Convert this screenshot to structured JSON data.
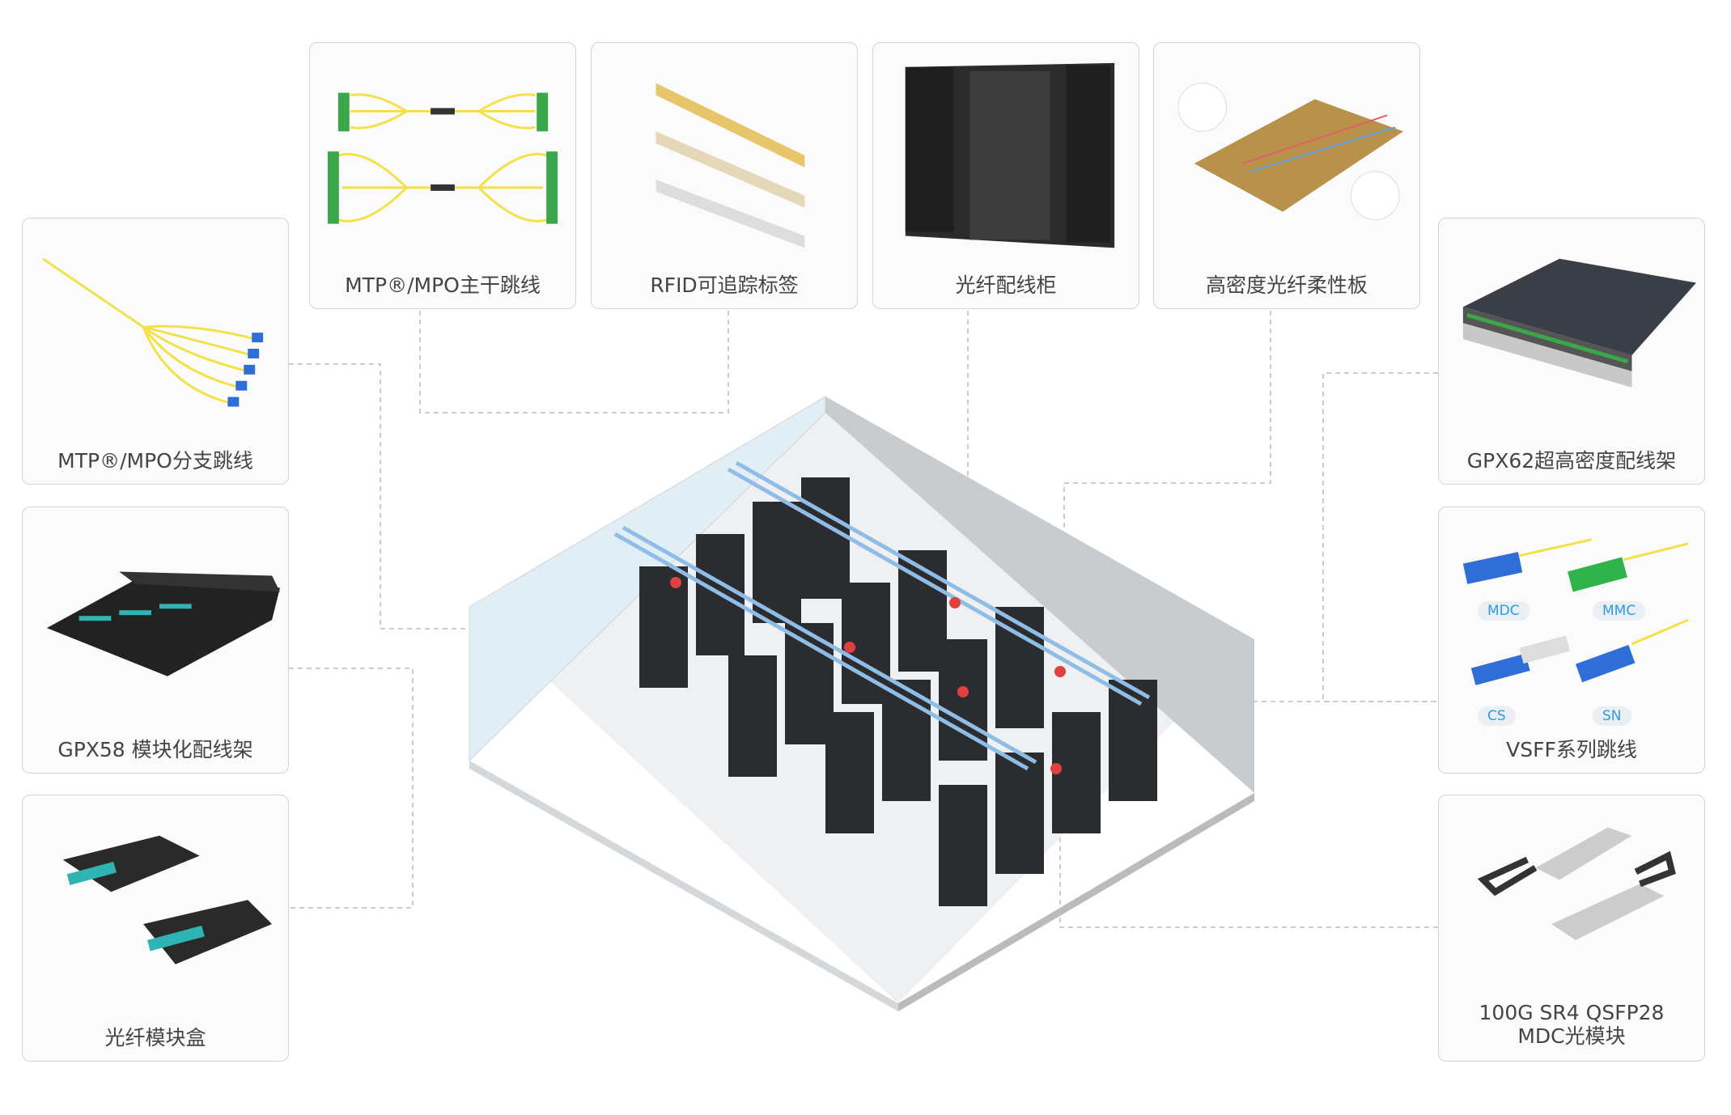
{
  "top_cards": [
    {
      "label": "MTP®/MPO主干跳线",
      "icon": "trunk-cable-icon"
    },
    {
      "label": "RFID可追踪标签",
      "icon": "rfid-tag-icon"
    },
    {
      "label": "光纤配线柜",
      "icon": "cabinet-icon"
    },
    {
      "label": "高密度光纤柔性板",
      "icon": "flex-board-icon"
    }
  ],
  "left_cards": [
    {
      "label": "MTP®/MPO分支跳线",
      "icon": "breakout-cable-icon"
    },
    {
      "label": "GPX58 模块化配线架",
      "icon": "patch-panel-icon"
    },
    {
      "label": "光纤模块盒",
      "icon": "cassette-icon"
    }
  ],
  "right_cards": [
    {
      "label": "GPX62超高密度配线架",
      "icon": "high-density-panel-icon"
    },
    {
      "label": "VSFF系列跳线",
      "icon": "vsff-connector-icon",
      "tags": [
        "MDC",
        "MMC",
        "CS",
        "SN"
      ]
    },
    {
      "label": "100G SR4 QSFP28\nMDC光模块",
      "line1": "100G SR4 QSFP28",
      "line2": "MDC光模块",
      "icon": "transceiver-icon"
    }
  ],
  "colors": {
    "border": "#d4d4d4",
    "tag_text": "#2a9de0",
    "fiber_yellow": "#f3e14a",
    "fiber_blue": "#8fbde6",
    "cassette_teal": "#2fb3b3"
  }
}
